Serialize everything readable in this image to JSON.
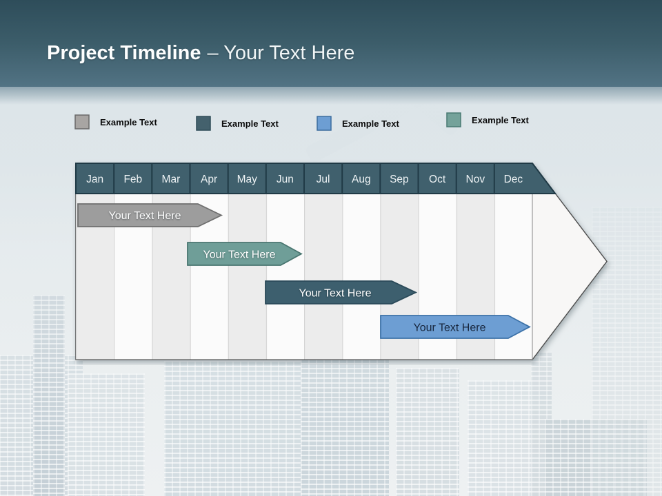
{
  "slide": {
    "title": {
      "bold": "Project Timeline",
      "regular": "– Your Text Here"
    }
  },
  "legend": {
    "items": [
      {
        "label": "Example Text",
        "color": "#a8a5a3"
      },
      {
        "label": "Example Text",
        "color": "#44616d"
      },
      {
        "label": "Example Text",
        "color": "#6d9ed3"
      },
      {
        "label": "Example Text",
        "color": "#74a29a"
      }
    ]
  },
  "timeline": {
    "type": "gantt",
    "months": [
      "Jan",
      "Feb",
      "Mar",
      "Apr",
      "May",
      "Jun",
      "Jul",
      "Aug",
      "Sep",
      "Oct",
      "Nov",
      "Dec"
    ],
    "header": {
      "fill": "#40606d"
    },
    "arrow": {
      "fill": "#f8f7f6"
    },
    "bars": [
      {
        "label": "Your Text Here",
        "fill": "#9d9d9d",
        "text_color": "#ffffff",
        "span": "Jan – Apr"
      },
      {
        "label": "Your Text Here",
        "fill": "#6f9e98",
        "text_color": "#ffffff",
        "span": "Apr – Jun"
      },
      {
        "label": "Your Text Here",
        "fill": "#3d5f6e",
        "text_color": "#ffffff",
        "span": "Jun – Sep"
      },
      {
        "label": "Your Text Here",
        "fill": "#6d9ed3",
        "text_color": "#17263d",
        "span": "Sep – Dec"
      }
    ]
  }
}
